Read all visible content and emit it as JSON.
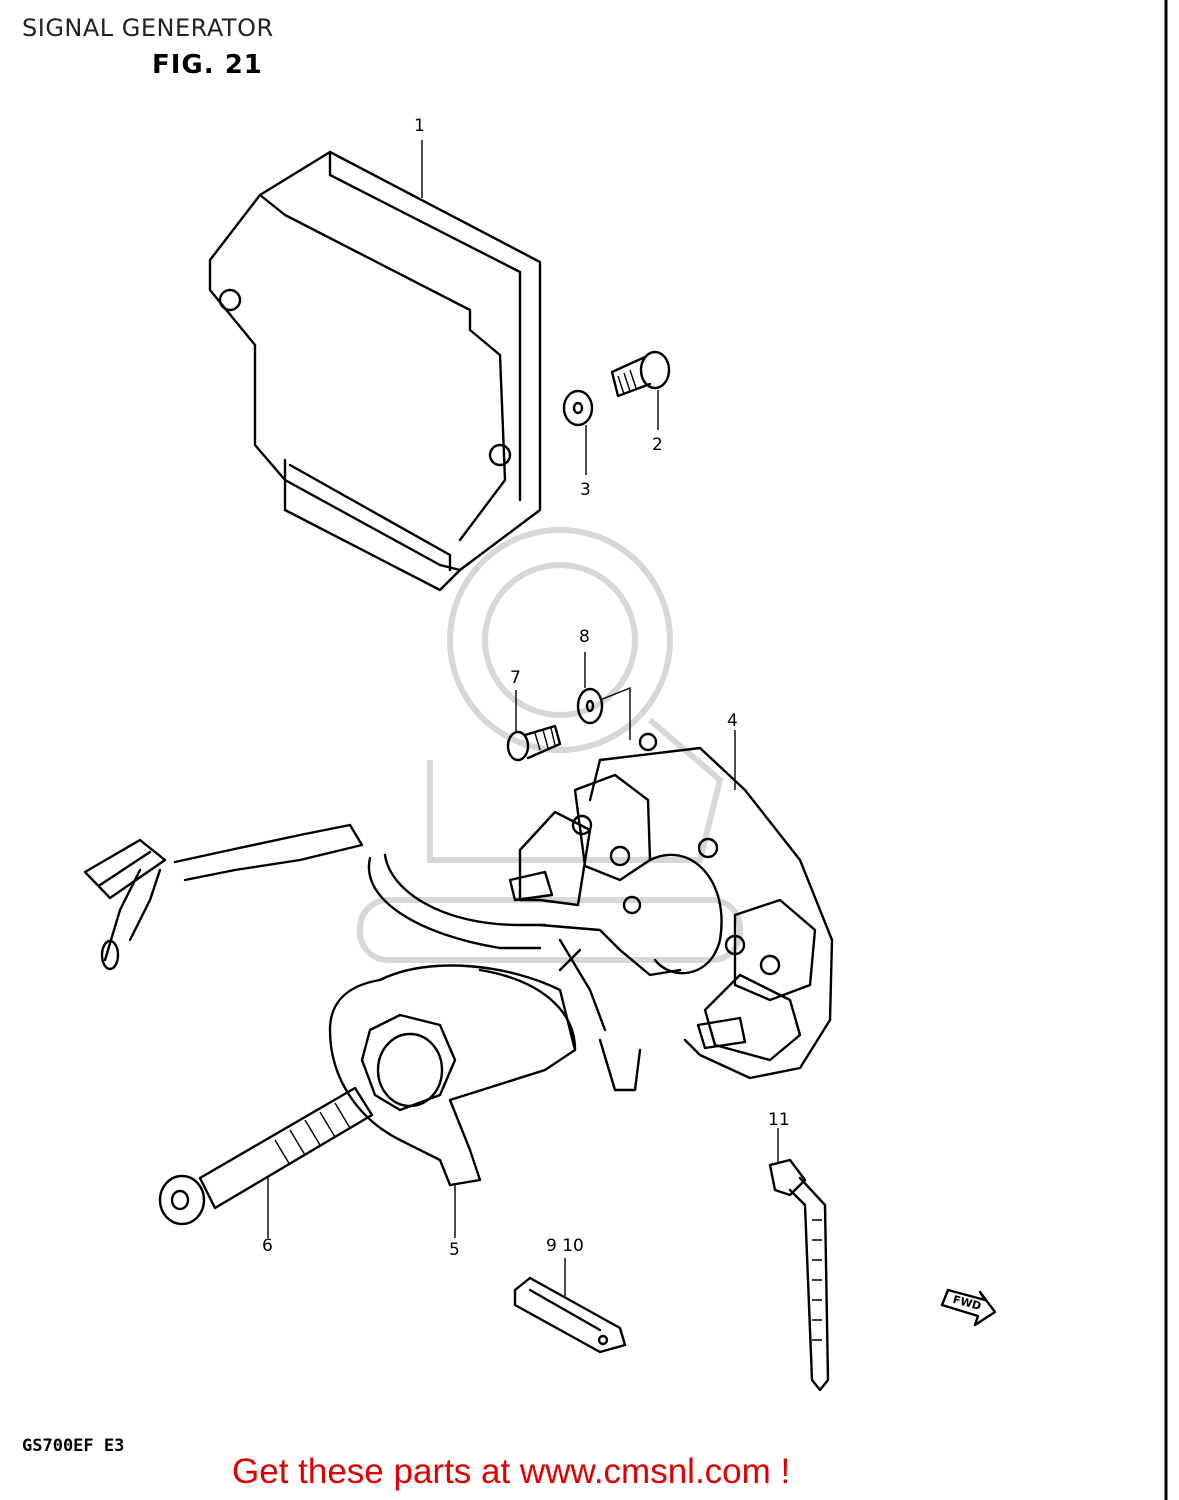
{
  "page": {
    "title": "SIGNAL GENERATOR",
    "figure_label": "FIG. 21",
    "model_code": "GS700EF  E3",
    "promo_text": "Get these parts at www.cmsnl.com !"
  },
  "diagram": {
    "callouts": [
      "1",
      "2",
      "3",
      "4",
      "5",
      "6",
      "7",
      "8",
      "9 10",
      "11"
    ],
    "direction_tag": "FWD"
  },
  "colors": {
    "line_art": "#000000",
    "promo_text": "#e00000",
    "watermark": "#d7d7d7",
    "background": "#ffffff"
  }
}
